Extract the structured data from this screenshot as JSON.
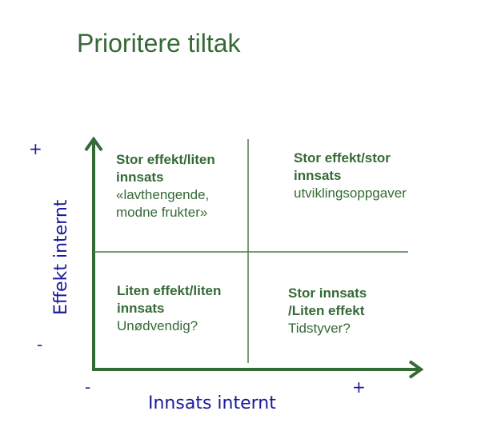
{
  "title": "Prioritere tiltak",
  "colors": {
    "green": "#356a36",
    "blue": "#1a1a9a"
  },
  "axes": {
    "y_label": "Effekt internt",
    "y_plus": "+",
    "y_minus": "-",
    "x_label": "Innsats internt",
    "x_minus": "-",
    "x_plus": "+"
  },
  "quadrants": {
    "top_left": {
      "heading_line1": "Stor effekt/liten",
      "heading_line2": "innsats",
      "sub_line1": "«lavthengende,",
      "sub_line2": "modne frukter»"
    },
    "top_right": {
      "heading_line1": "Stor effekt/stor",
      "heading_line2": "innsats",
      "sub_line1": "utviklingsoppgaver"
    },
    "bottom_left": {
      "heading_line1": "Liten effekt/liten",
      "heading_line2": "innsats",
      "sub_line1": "Unødvendig?"
    },
    "bottom_right": {
      "heading_line1": "Stor innsats",
      "heading_line2": "/Liten effekt",
      "sub_line1": "Tidstyver?"
    }
  }
}
